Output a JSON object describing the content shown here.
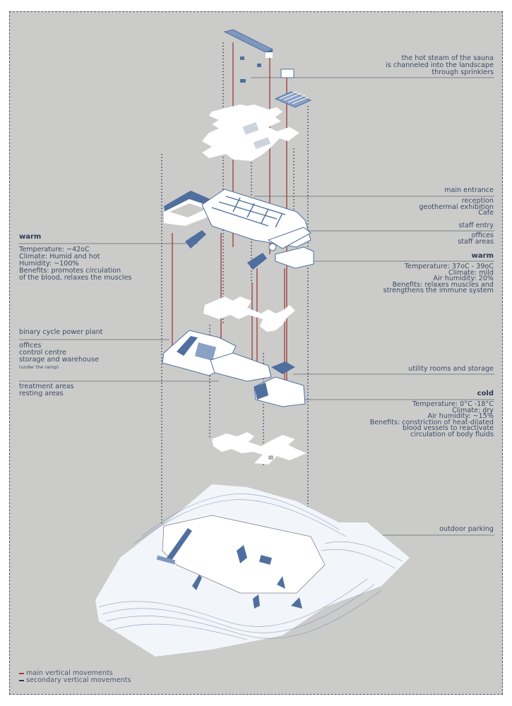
{
  "colors": {
    "background": "#cbcbca",
    "border": "#4d5466",
    "structure_blue": "#4f6f9f",
    "plate_white": "#ffffff",
    "text": "#3f4a66",
    "main_vertical": "#a03b3b",
    "secondary_vertical": "#2e3a58",
    "leader_line": "#7a7d82"
  },
  "labels_right": [
    {
      "id": "sauna-steam",
      "lines": [
        "the hot steam of the sauna",
        "is channeled into the landscape",
        "through sprinklers"
      ]
    },
    {
      "id": "main-entrance",
      "lines": [
        "main entrance"
      ]
    },
    {
      "id": "reception",
      "lines": [
        "reception",
        "geothermal exhibition",
        "Cafe"
      ]
    },
    {
      "id": "staff-entry",
      "lines": [
        "staff entry"
      ]
    },
    {
      "id": "offices-staff",
      "lines": [
        "offices",
        "staff areas"
      ]
    },
    {
      "id": "warm-right",
      "heading": "warm",
      "lines": [
        "Temperature: 37oC - 39oC",
        "Climate: mild",
        "Air humidity: 20%",
        "Benefits: relaxes muscles and",
        "strengthens the immune system"
      ]
    },
    {
      "id": "utility",
      "lines": [
        "utility rooms and storage"
      ]
    },
    {
      "id": "cold",
      "heading": "cold",
      "lines": [
        "Temperature: 0°C -18°C",
        "Climate: dry",
        "Air humidity: ~15%",
        "Benefits: constriction of heat-dilated",
        "blood vessels to reactivate",
        "circulation of body fluids"
      ]
    },
    {
      "id": "parking",
      "lines": [
        "outdoor parking"
      ]
    }
  ],
  "labels_left": [
    {
      "id": "warm-left",
      "heading": "warm",
      "lines": [
        "Temperature: ~42oC",
        "Climate: Humid and hot",
        "Humidity: ~100%",
        "Benefits: promotes circulation",
        "of the blood, relaxes the muscles"
      ]
    },
    {
      "id": "power-plant",
      "lines": [
        "binary cycle power plant"
      ]
    },
    {
      "id": "offices-control",
      "lines": [
        "offices",
        "control centre",
        "storage and warehouse"
      ],
      "note": "(under the ramp)"
    },
    {
      "id": "treatment",
      "lines": [
        "treatment areas",
        "resting areas"
      ]
    }
  ],
  "legend": [
    {
      "label": "main vertical movements",
      "color": "#a03b3b"
    },
    {
      "label": "secondary vertical movements",
      "color": "#2e3a58"
    }
  ],
  "layers": [
    "roof-elements",
    "roof-plate",
    "ground-floor",
    "intermediate-plate-1",
    "lower-floor",
    "intermediate-plate-2",
    "terrain-site"
  ]
}
